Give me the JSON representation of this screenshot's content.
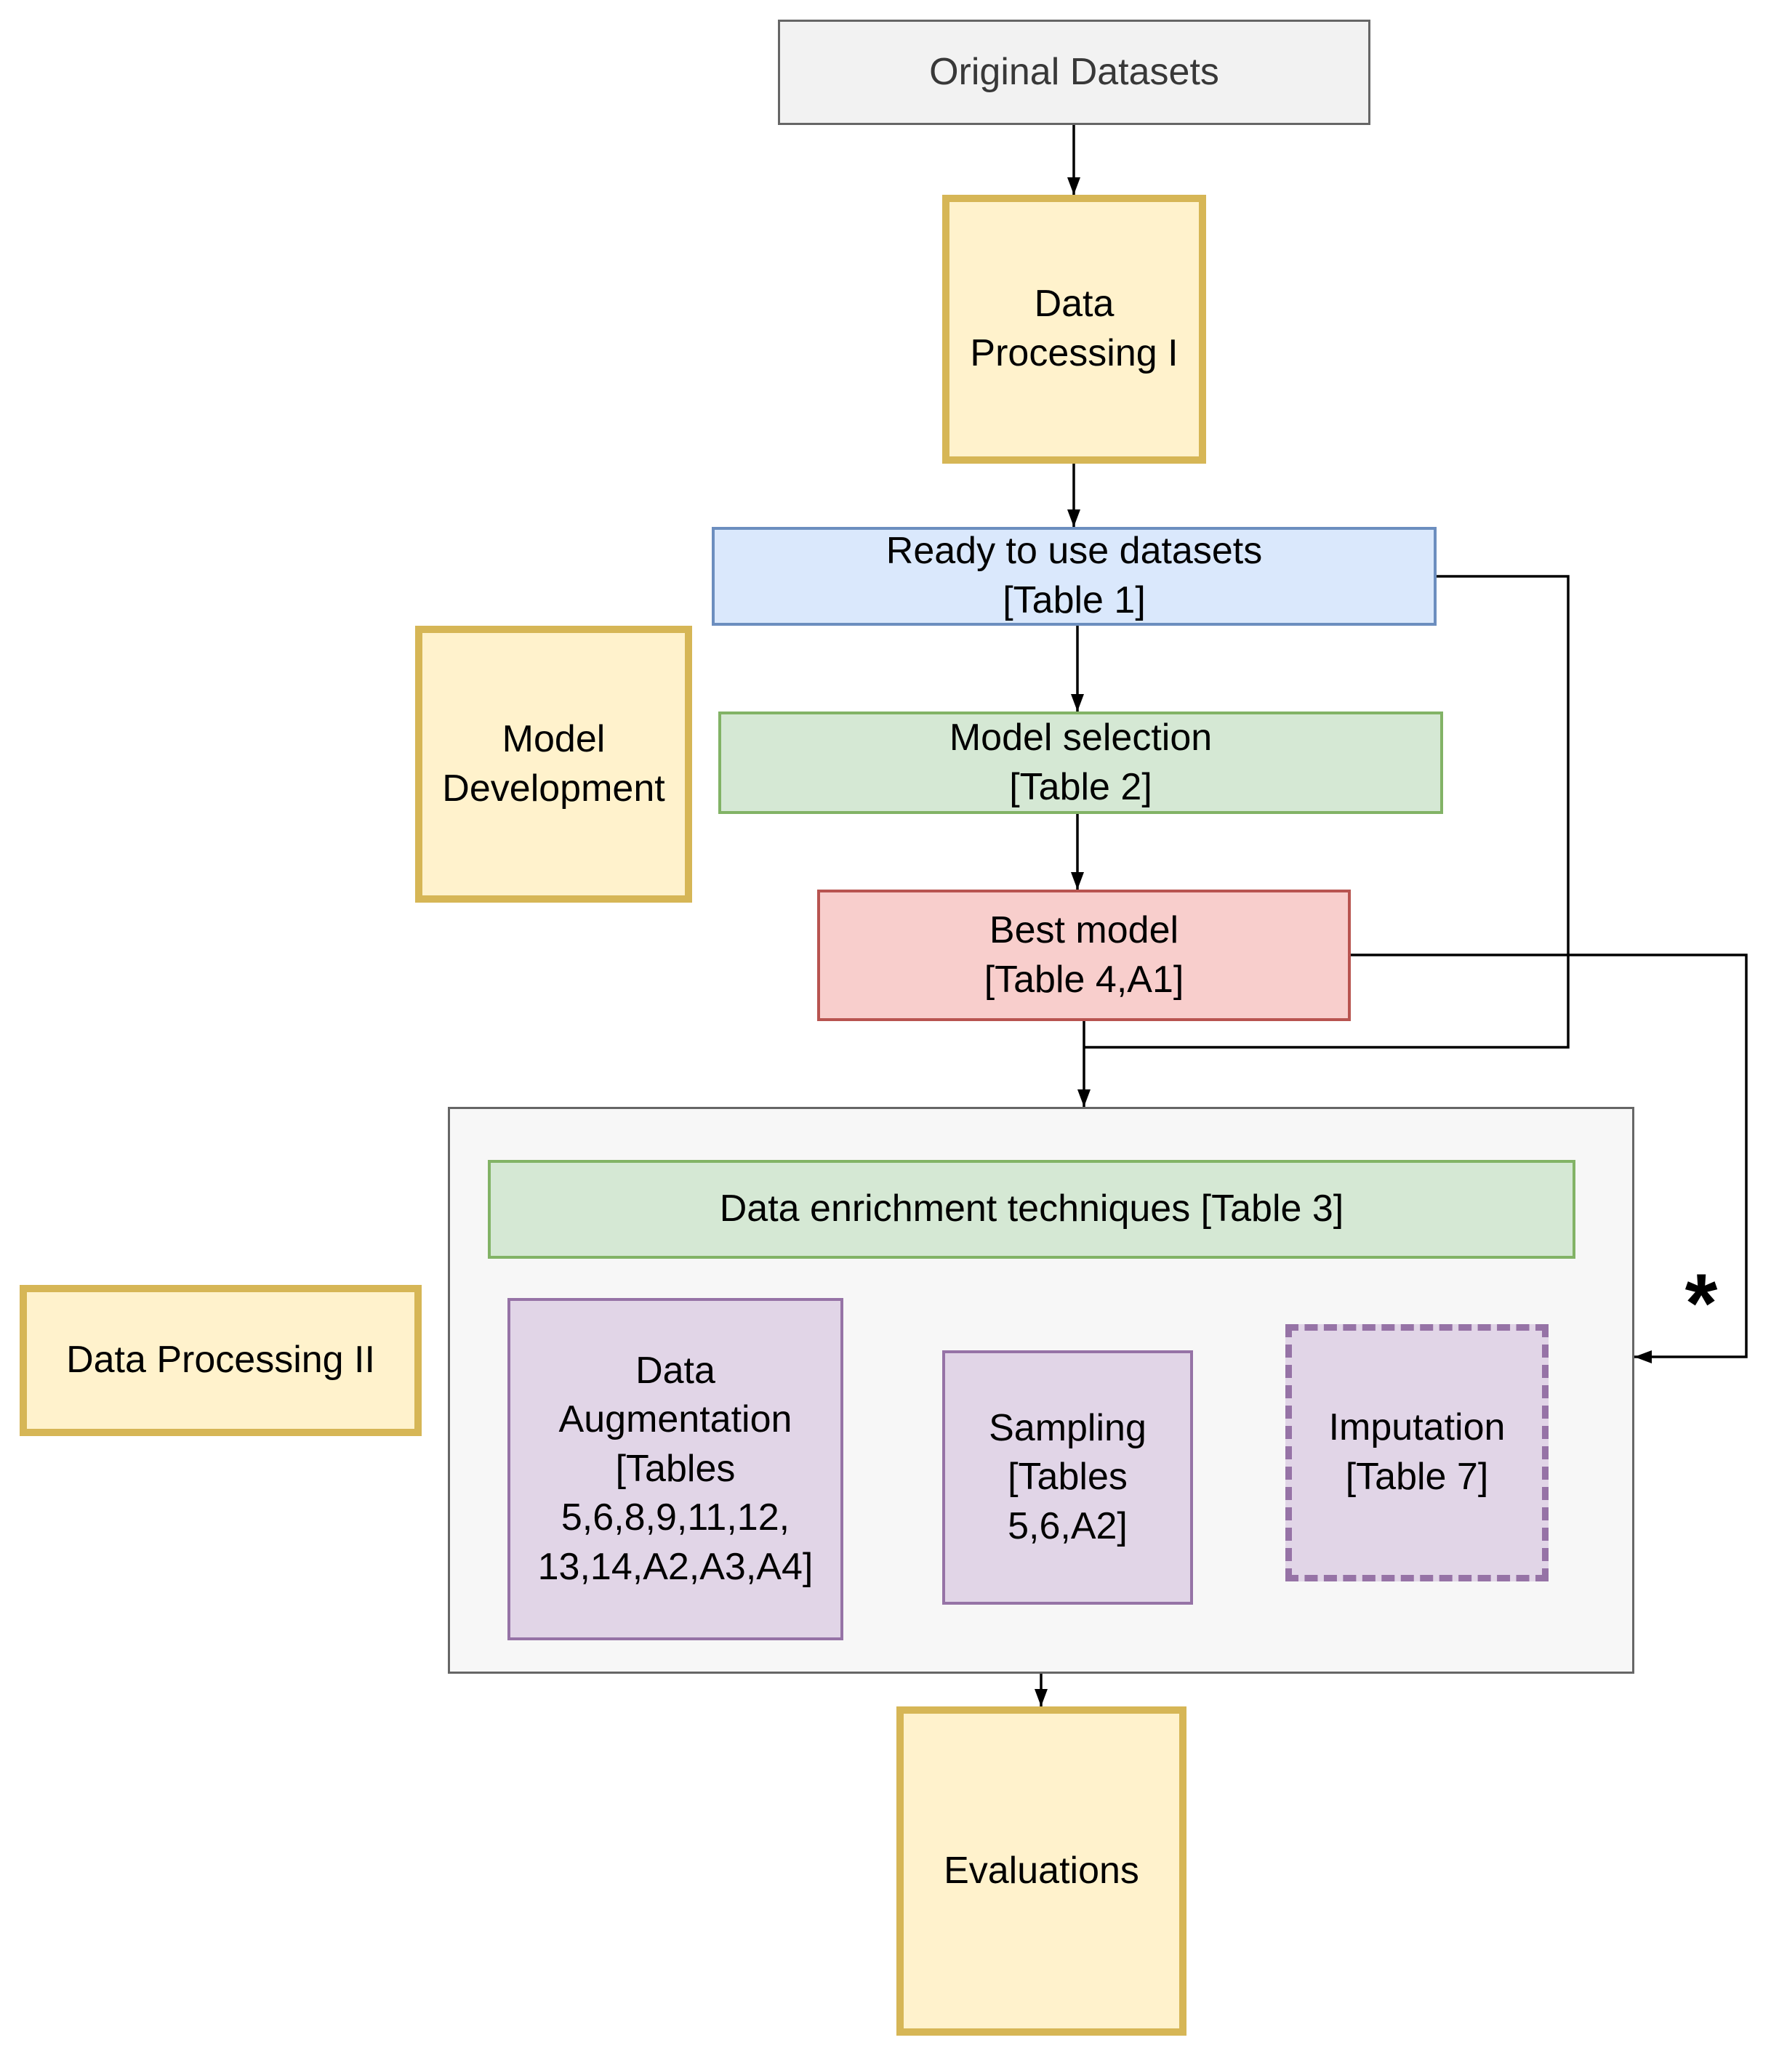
{
  "diagram": {
    "title": "Research workflow flowchart",
    "nodes": {
      "original_datasets": {
        "label": "Original Datasets"
      },
      "data_processing_1": {
        "label": "Data\nProcessing I"
      },
      "ready_datasets": {
        "label": "Ready to use datasets\n[Table 1]"
      },
      "model_selection": {
        "label": "Model selection\n[Table 2]"
      },
      "best_model": {
        "label": "Best model\n[Table 4,A1]"
      },
      "model_development": {
        "label": "Model\nDevelopment"
      },
      "data_enrichment": {
        "label": "Data enrichment techniques [Table 3]"
      },
      "data_augmentation": {
        "label": "Data\nAugmentation\n[Tables\n5,6,8,9,11,12,\n13,14,A2,A3,A4]"
      },
      "sampling": {
        "label": "Sampling\n[Tables\n5,6,A2]"
      },
      "imputation": {
        "label": "Imputation\n[Table 7]"
      },
      "data_processing_2": {
        "label": "Data Processing II"
      },
      "evaluations": {
        "label": "Evaluations"
      },
      "footnote_marker": {
        "label": "*"
      }
    },
    "colors": {
      "yellow_fill": "#FFF2CC",
      "yellow_border": "#D6B656",
      "blue_fill": "#DAE8FC",
      "blue_border": "#6C8EBF",
      "green_fill": "#D5E8D4",
      "green_border": "#82B366",
      "red_fill": "#F8CECC",
      "red_border": "#B85450",
      "purple_fill": "#E1D5E7",
      "purple_border": "#9673A6",
      "gray_fill": "#F2F2F2",
      "gray_border": "#666666",
      "connector": "#000000"
    }
  }
}
